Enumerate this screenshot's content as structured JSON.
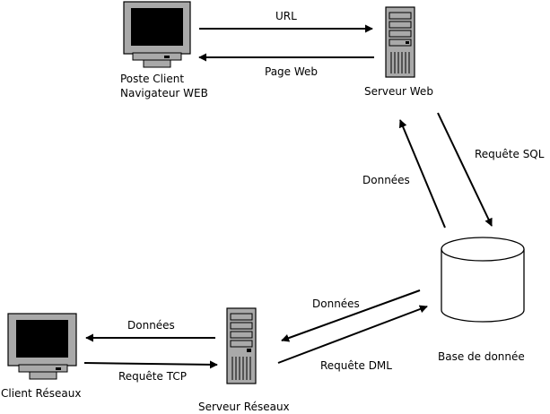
{
  "nodes": {
    "poste_client": {
      "line1": "Poste Client",
      "line2": "Navigateur WEB"
    },
    "serveur_web": {
      "label": "Serveur Web"
    },
    "base_donnees": {
      "label": "Base de donnée"
    },
    "client_reseaux": {
      "label": "Client Réseaux"
    },
    "serveur_reseaux": {
      "label": "Serveur Réseaux"
    }
  },
  "edges": {
    "url": "URL",
    "page_web": "Page Web",
    "requete_sql": "Requête SQL",
    "donnees_db_web": "Données",
    "donnees_db_reseaux": "Données",
    "requete_dml": "Requête DML",
    "donnees_reseaux_client": "Données",
    "requete_tcp": "Requête TCP"
  },
  "colors": {
    "monitor_frame": "#a9a9a9",
    "screen": "#000000",
    "server_body": "#a9a9a9",
    "stroke": "#000000",
    "background": "#ffffff"
  }
}
